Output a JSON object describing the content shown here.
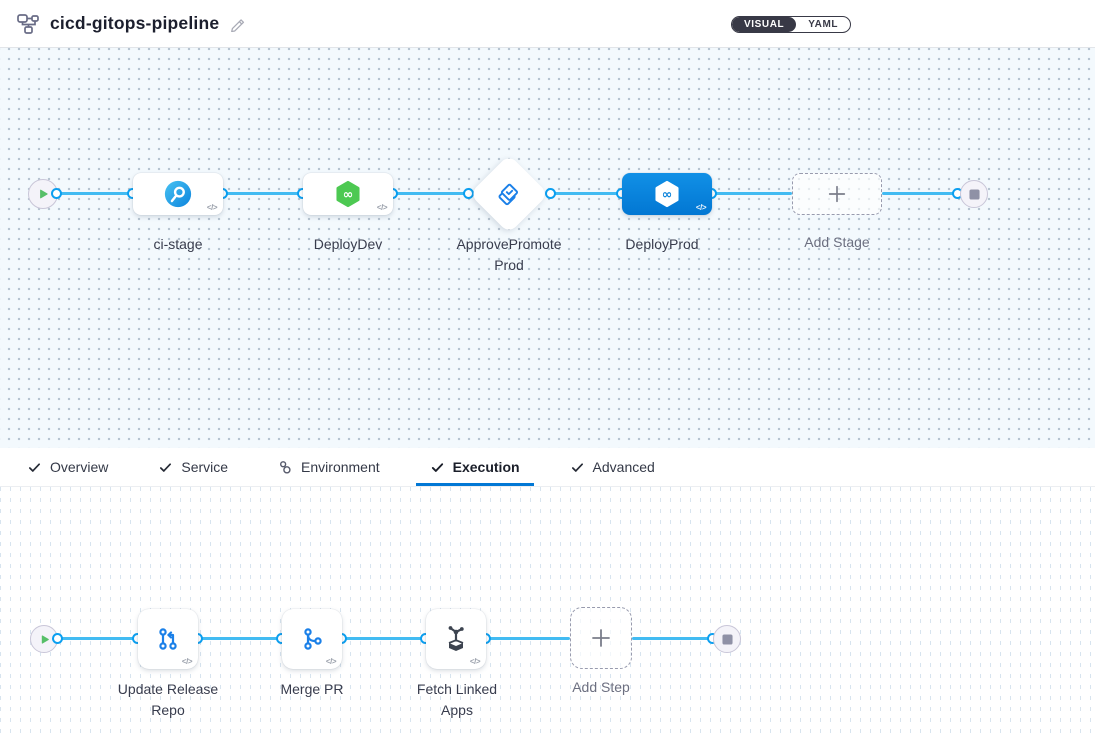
{
  "header": {
    "title": "cicd-gitops-pipeline",
    "view_toggle": {
      "visual_label": "VISUAL",
      "yaml_label": "YAML",
      "selected": "VISUAL"
    }
  },
  "stage_pipeline": {
    "stages": [
      {
        "label": "ci-stage",
        "type": "build"
      },
      {
        "label": "DeployDev",
        "type": "deploy"
      },
      {
        "label": "ApprovePromoteProd",
        "type": "approval"
      },
      {
        "label": "DeployProd",
        "type": "deploy",
        "selected": true
      }
    ],
    "add_stage_label": "Add Stage",
    "code_badge": "</>"
  },
  "tabs": {
    "items": [
      {
        "label": "Overview",
        "icon": "check",
        "active": false
      },
      {
        "label": "Service",
        "icon": "check",
        "active": false
      },
      {
        "label": "Environment",
        "icon": "environment",
        "active": false
      },
      {
        "label": "Execution",
        "icon": "check",
        "active": true
      },
      {
        "label": "Advanced",
        "icon": "check",
        "active": false
      }
    ]
  },
  "execution": {
    "steps": [
      {
        "label": "Update Release Repo"
      },
      {
        "label": "Merge PR"
      },
      {
        "label": "Fetch Linked Apps"
      }
    ],
    "add_step_label": "Add Step",
    "code_badge": "</>"
  },
  "colors": {
    "accent_blue": "#0278d5",
    "connector_blue": "#42bbf2",
    "deploy_green": "#4dc952",
    "selected_stage_blue": "#0a82da",
    "canvas_tint": "#f3f9fd"
  }
}
